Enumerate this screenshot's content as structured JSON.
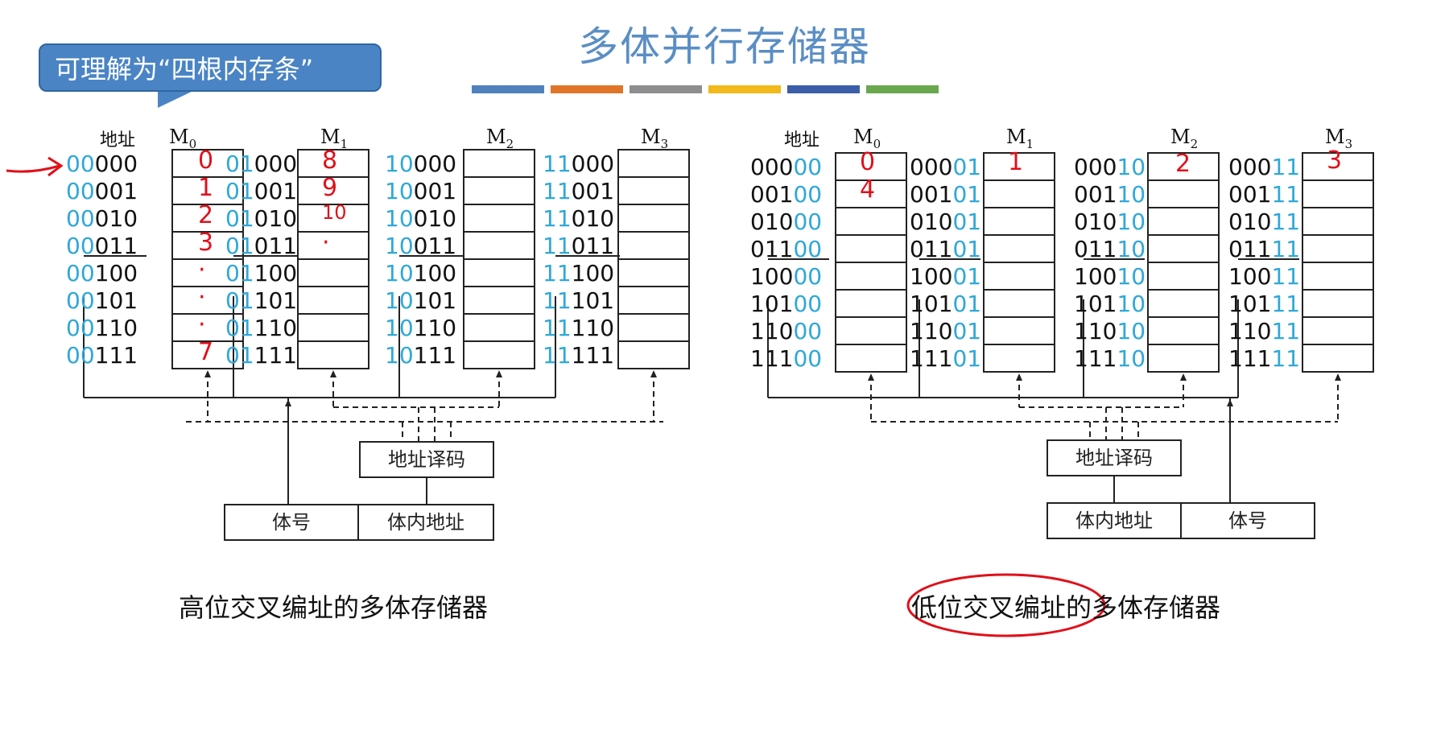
{
  "title": "多体并行存储器",
  "colors": {
    "title": "#5a8ec4",
    "bars": [
      "#4f81bd",
      "#e0752a",
      "#8e8e8e",
      "#f2b91b",
      "#3c5da8",
      "#6aa84f"
    ],
    "callout_bg": "#4a84c4",
    "address_highlight": "#2fa8d8",
    "annotation_red": "#e0101a"
  },
  "callout": {
    "text": "可理解为“四根内存条”"
  },
  "left": {
    "addr_header": "地址",
    "modules": [
      "M0",
      "M1",
      "M2",
      "M3"
    ],
    "addresses": [
      [
        [
          "00",
          "000"
        ],
        [
          "00",
          "001"
        ],
        [
          "00",
          "010"
        ],
        [
          "00",
          "011"
        ],
        [
          "00",
          "100"
        ],
        [
          "00",
          "101"
        ],
        [
          "00",
          "110"
        ],
        [
          "00",
          "111"
        ]
      ],
      [
        [
          "01",
          "000"
        ],
        [
          "01",
          "001"
        ],
        [
          "01",
          "010"
        ],
        [
          "01",
          "011"
        ],
        [
          "01",
          "100"
        ],
        [
          "01",
          "101"
        ],
        [
          "01",
          "110"
        ],
        [
          "01",
          "111"
        ]
      ],
      [
        [
          "10",
          "000"
        ],
        [
          "10",
          "001"
        ],
        [
          "10",
          "010"
        ],
        [
          "10",
          "011"
        ],
        [
          "10",
          "100"
        ],
        [
          "10",
          "101"
        ],
        [
          "10",
          "110"
        ],
        [
          "10",
          "111"
        ]
      ],
      [
        [
          "11",
          "000"
        ],
        [
          "11",
          "001"
        ],
        [
          "11",
          "010"
        ],
        [
          "11",
          "011"
        ],
        [
          "11",
          "100"
        ],
        [
          "11",
          "101"
        ],
        [
          "11",
          "110"
        ],
        [
          "11",
          "111"
        ]
      ]
    ],
    "decoder_label": "地址译码",
    "field_left": "体号",
    "field_right": "体内地址",
    "caption": "高位交叉编址的多体存储器",
    "annotations": {
      "m0": [
        "0",
        "1",
        "2",
        "3",
        "·",
        "·",
        "·",
        "7"
      ],
      "m1": [
        "8",
        "9",
        "10",
        "·"
      ]
    }
  },
  "right": {
    "addr_header": "地址",
    "modules": [
      "M0",
      "M1",
      "M2",
      "M3"
    ],
    "addresses": [
      [
        [
          "000",
          "00"
        ],
        [
          "001",
          "00"
        ],
        [
          "010",
          "00"
        ],
        [
          "011",
          "00"
        ],
        [
          "100",
          "00"
        ],
        [
          "101",
          "00"
        ],
        [
          "110",
          "00"
        ],
        [
          "111",
          "00"
        ]
      ],
      [
        [
          "000",
          "01"
        ],
        [
          "001",
          "01"
        ],
        [
          "010",
          "01"
        ],
        [
          "011",
          "01"
        ],
        [
          "100",
          "01"
        ],
        [
          "101",
          "01"
        ],
        [
          "110",
          "01"
        ],
        [
          "111",
          "01"
        ]
      ],
      [
        [
          "000",
          "10"
        ],
        [
          "001",
          "10"
        ],
        [
          "010",
          "10"
        ],
        [
          "011",
          "10"
        ],
        [
          "100",
          "10"
        ],
        [
          "101",
          "10"
        ],
        [
          "110",
          "10"
        ],
        [
          "111",
          "10"
        ]
      ],
      [
        [
          "000",
          "11"
        ],
        [
          "001",
          "11"
        ],
        [
          "010",
          "11"
        ],
        [
          "011",
          "11"
        ],
        [
          "100",
          "11"
        ],
        [
          "101",
          "11"
        ],
        [
          "110",
          "11"
        ],
        [
          "111",
          "11"
        ]
      ]
    ],
    "decoder_label": "地址译码",
    "field_left": "体内地址",
    "field_right": "体号",
    "caption_circled": "低位交叉编址",
    "caption_rest": "的多体存储器",
    "annotations": {
      "m0": [
        "0",
        "4"
      ],
      "m1": [
        "1"
      ],
      "m2": [
        "2"
      ],
      "m3": [
        "3"
      ]
    }
  }
}
